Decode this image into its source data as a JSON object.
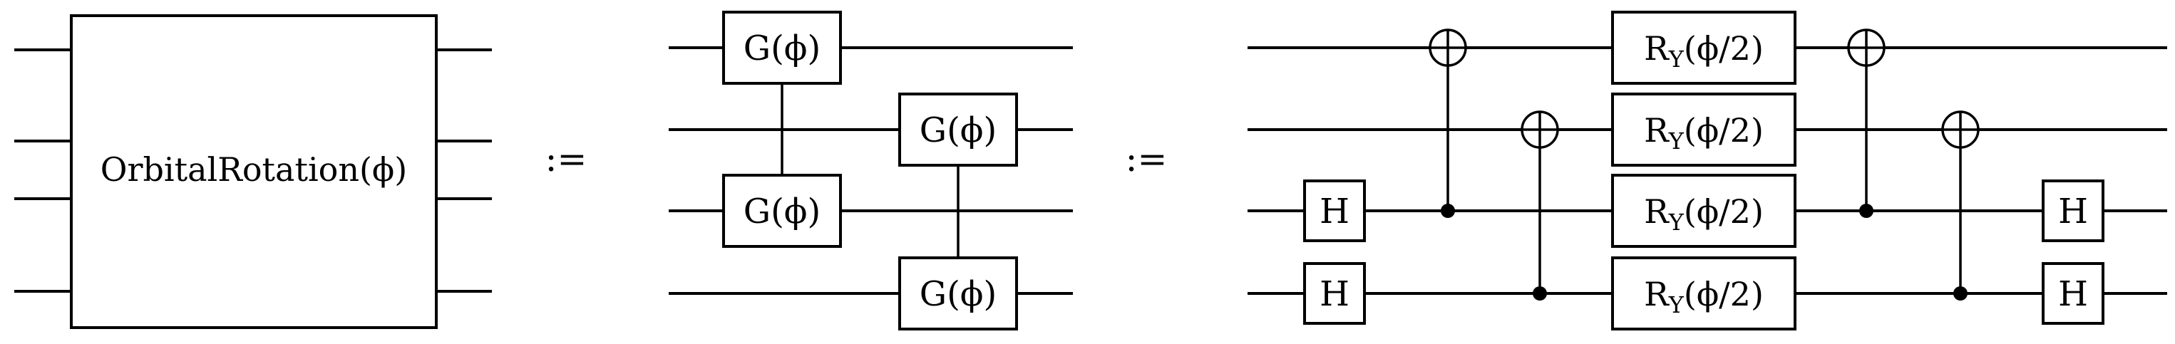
{
  "left_block": {
    "label": "OrbitalRotation(ϕ)"
  },
  "definition_symbol": ":=",
  "middle_block": {
    "gate_label": "G(ϕ)",
    "gates": [
      {
        "label": "G(ϕ)",
        "wires": [
          0,
          2
        ]
      },
      {
        "label": "G(ϕ)",
        "wires": [
          1,
          3
        ]
      }
    ]
  },
  "right_block": {
    "h_label": "H",
    "ry_label": "Rᵧ(ϕ/2)",
    "ry_main": "R",
    "ry_sub": "Y",
    "ry_arg": "(ϕ/2)",
    "cnots": [
      {
        "control": 2,
        "target": 0
      },
      {
        "control": 3,
        "target": 1
      },
      {
        "control": 2,
        "target": 0
      },
      {
        "control": 3,
        "target": 1
      }
    ]
  }
}
